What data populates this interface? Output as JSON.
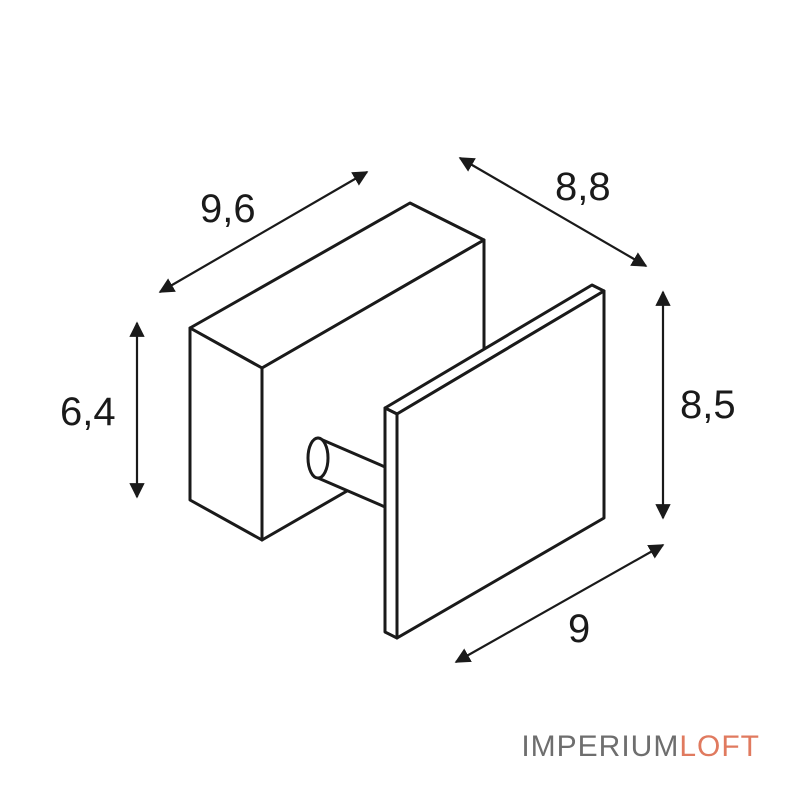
{
  "dimensions": {
    "width_back": "9,6",
    "depth_top": "8,8",
    "height_back": "6,4",
    "height_front": "8,5",
    "width_front": "9"
  },
  "watermark": {
    "part1": "IMPERIUM",
    "part2": "LOFT"
  },
  "colors": {
    "stroke": "#1a1a1a",
    "watermark_gray": "#6e6e6e",
    "watermark_accent": "#e07a5f"
  }
}
